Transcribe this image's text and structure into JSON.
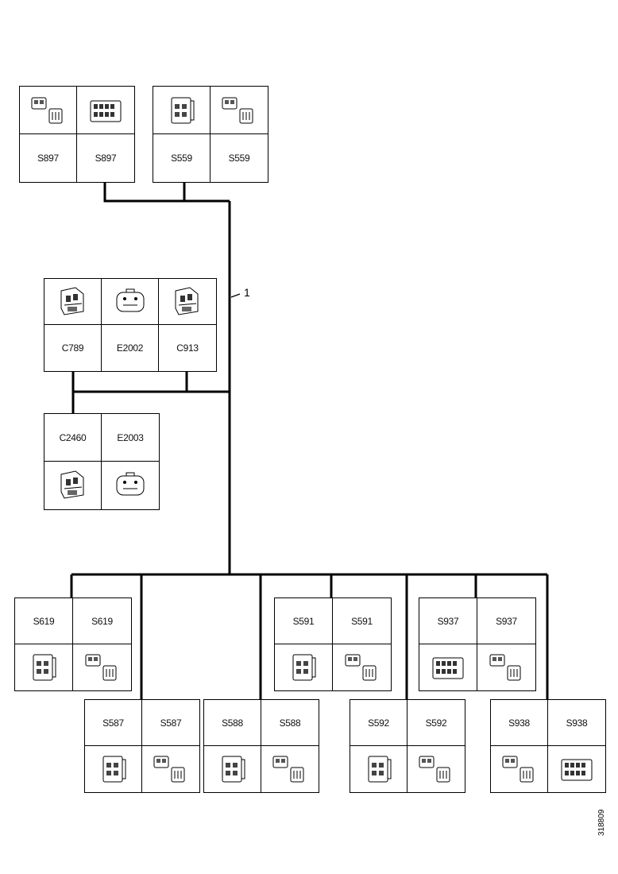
{
  "side_label": "1",
  "doc_number": "318809",
  "groups": [
    {
      "cells": [
        {
          "type": "icon",
          "icon": "connector-pair-icon"
        },
        {
          "type": "icon",
          "icon": "connector-block-icon"
        },
        {
          "type": "label",
          "text": "S897"
        },
        {
          "type": "label",
          "text": "S897"
        }
      ]
    },
    {
      "cells": [
        {
          "type": "icon",
          "icon": "switch-body-icon"
        },
        {
          "type": "icon",
          "icon": "connector-pair-icon"
        },
        {
          "type": "label",
          "text": "S559"
        },
        {
          "type": "label",
          "text": "S559"
        }
      ]
    },
    {
      "cells": [
        {
          "type": "icon",
          "icon": "plug-icon"
        },
        {
          "type": "icon",
          "icon": "socket-icon"
        },
        {
          "type": "icon",
          "icon": "plug-icon"
        },
        {
          "type": "label",
          "text": "C789"
        },
        {
          "type": "label",
          "text": "E2002"
        },
        {
          "type": "label",
          "text": "C913"
        }
      ]
    },
    {
      "cells": [
        {
          "type": "label",
          "text": "C2460"
        },
        {
          "type": "label",
          "text": "E2003"
        },
        {
          "type": "icon",
          "icon": "plug-icon"
        },
        {
          "type": "icon",
          "icon": "socket-icon"
        }
      ]
    },
    {
      "cells": [
        {
          "type": "label",
          "text": "S619"
        },
        {
          "type": "label",
          "text": "S619"
        },
        {
          "type": "icon",
          "icon": "switch-body-icon"
        },
        {
          "type": "icon",
          "icon": "connector-pair-icon"
        }
      ]
    },
    {
      "cells": [
        {
          "type": "label",
          "text": "S591"
        },
        {
          "type": "label",
          "text": "S591"
        },
        {
          "type": "icon",
          "icon": "switch-body-icon"
        },
        {
          "type": "icon",
          "icon": "connector-pair-icon"
        }
      ]
    },
    {
      "cells": [
        {
          "type": "label",
          "text": "S937"
        },
        {
          "type": "label",
          "text": "S937"
        },
        {
          "type": "icon",
          "icon": "connector-block-icon"
        },
        {
          "type": "icon",
          "icon": "connector-pair-icon"
        }
      ]
    },
    {
      "cells": [
        {
          "type": "label",
          "text": "S587"
        },
        {
          "type": "label",
          "text": "S587"
        },
        {
          "type": "icon",
          "icon": "switch-body-icon"
        },
        {
          "type": "icon",
          "icon": "connector-pair-icon"
        }
      ]
    },
    {
      "cells": [
        {
          "type": "label",
          "text": "S588"
        },
        {
          "type": "label",
          "text": "S588"
        },
        {
          "type": "icon",
          "icon": "switch-body-icon"
        },
        {
          "type": "icon",
          "icon": "connector-pair-icon"
        }
      ]
    },
    {
      "cells": [
        {
          "type": "label",
          "text": "S592"
        },
        {
          "type": "label",
          "text": "S592"
        },
        {
          "type": "icon",
          "icon": "switch-body-icon"
        },
        {
          "type": "icon",
          "icon": "connector-pair-icon"
        }
      ]
    },
    {
      "cells": [
        {
          "type": "label",
          "text": "S938"
        },
        {
          "type": "label",
          "text": "S938"
        },
        {
          "type": "icon",
          "icon": "connector-pair-icon"
        },
        {
          "type": "icon",
          "icon": "connector-block-icon"
        }
      ]
    }
  ]
}
